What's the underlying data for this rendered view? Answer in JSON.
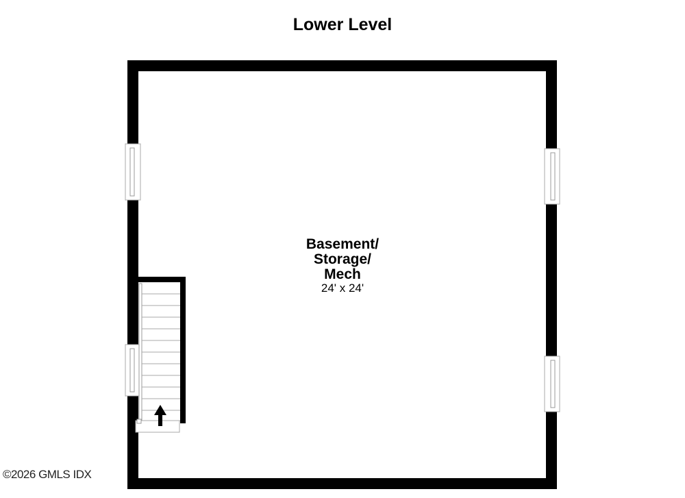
{
  "plan": {
    "title": "Lower Level",
    "rooms": [
      {
        "name_lines": [
          "Basement/",
          "Storage/",
          "Mech"
        ],
        "dimensions": "24' x 24'"
      }
    ],
    "features": {
      "stair_direction": "up",
      "windows_left_wall": 2,
      "windows_right_wall": 2
    },
    "colors": {
      "wall": "#000000",
      "background": "#ffffff",
      "fixture_line": "#999999"
    }
  },
  "footer": {
    "copyright": "©2026 GMLS IDX"
  }
}
